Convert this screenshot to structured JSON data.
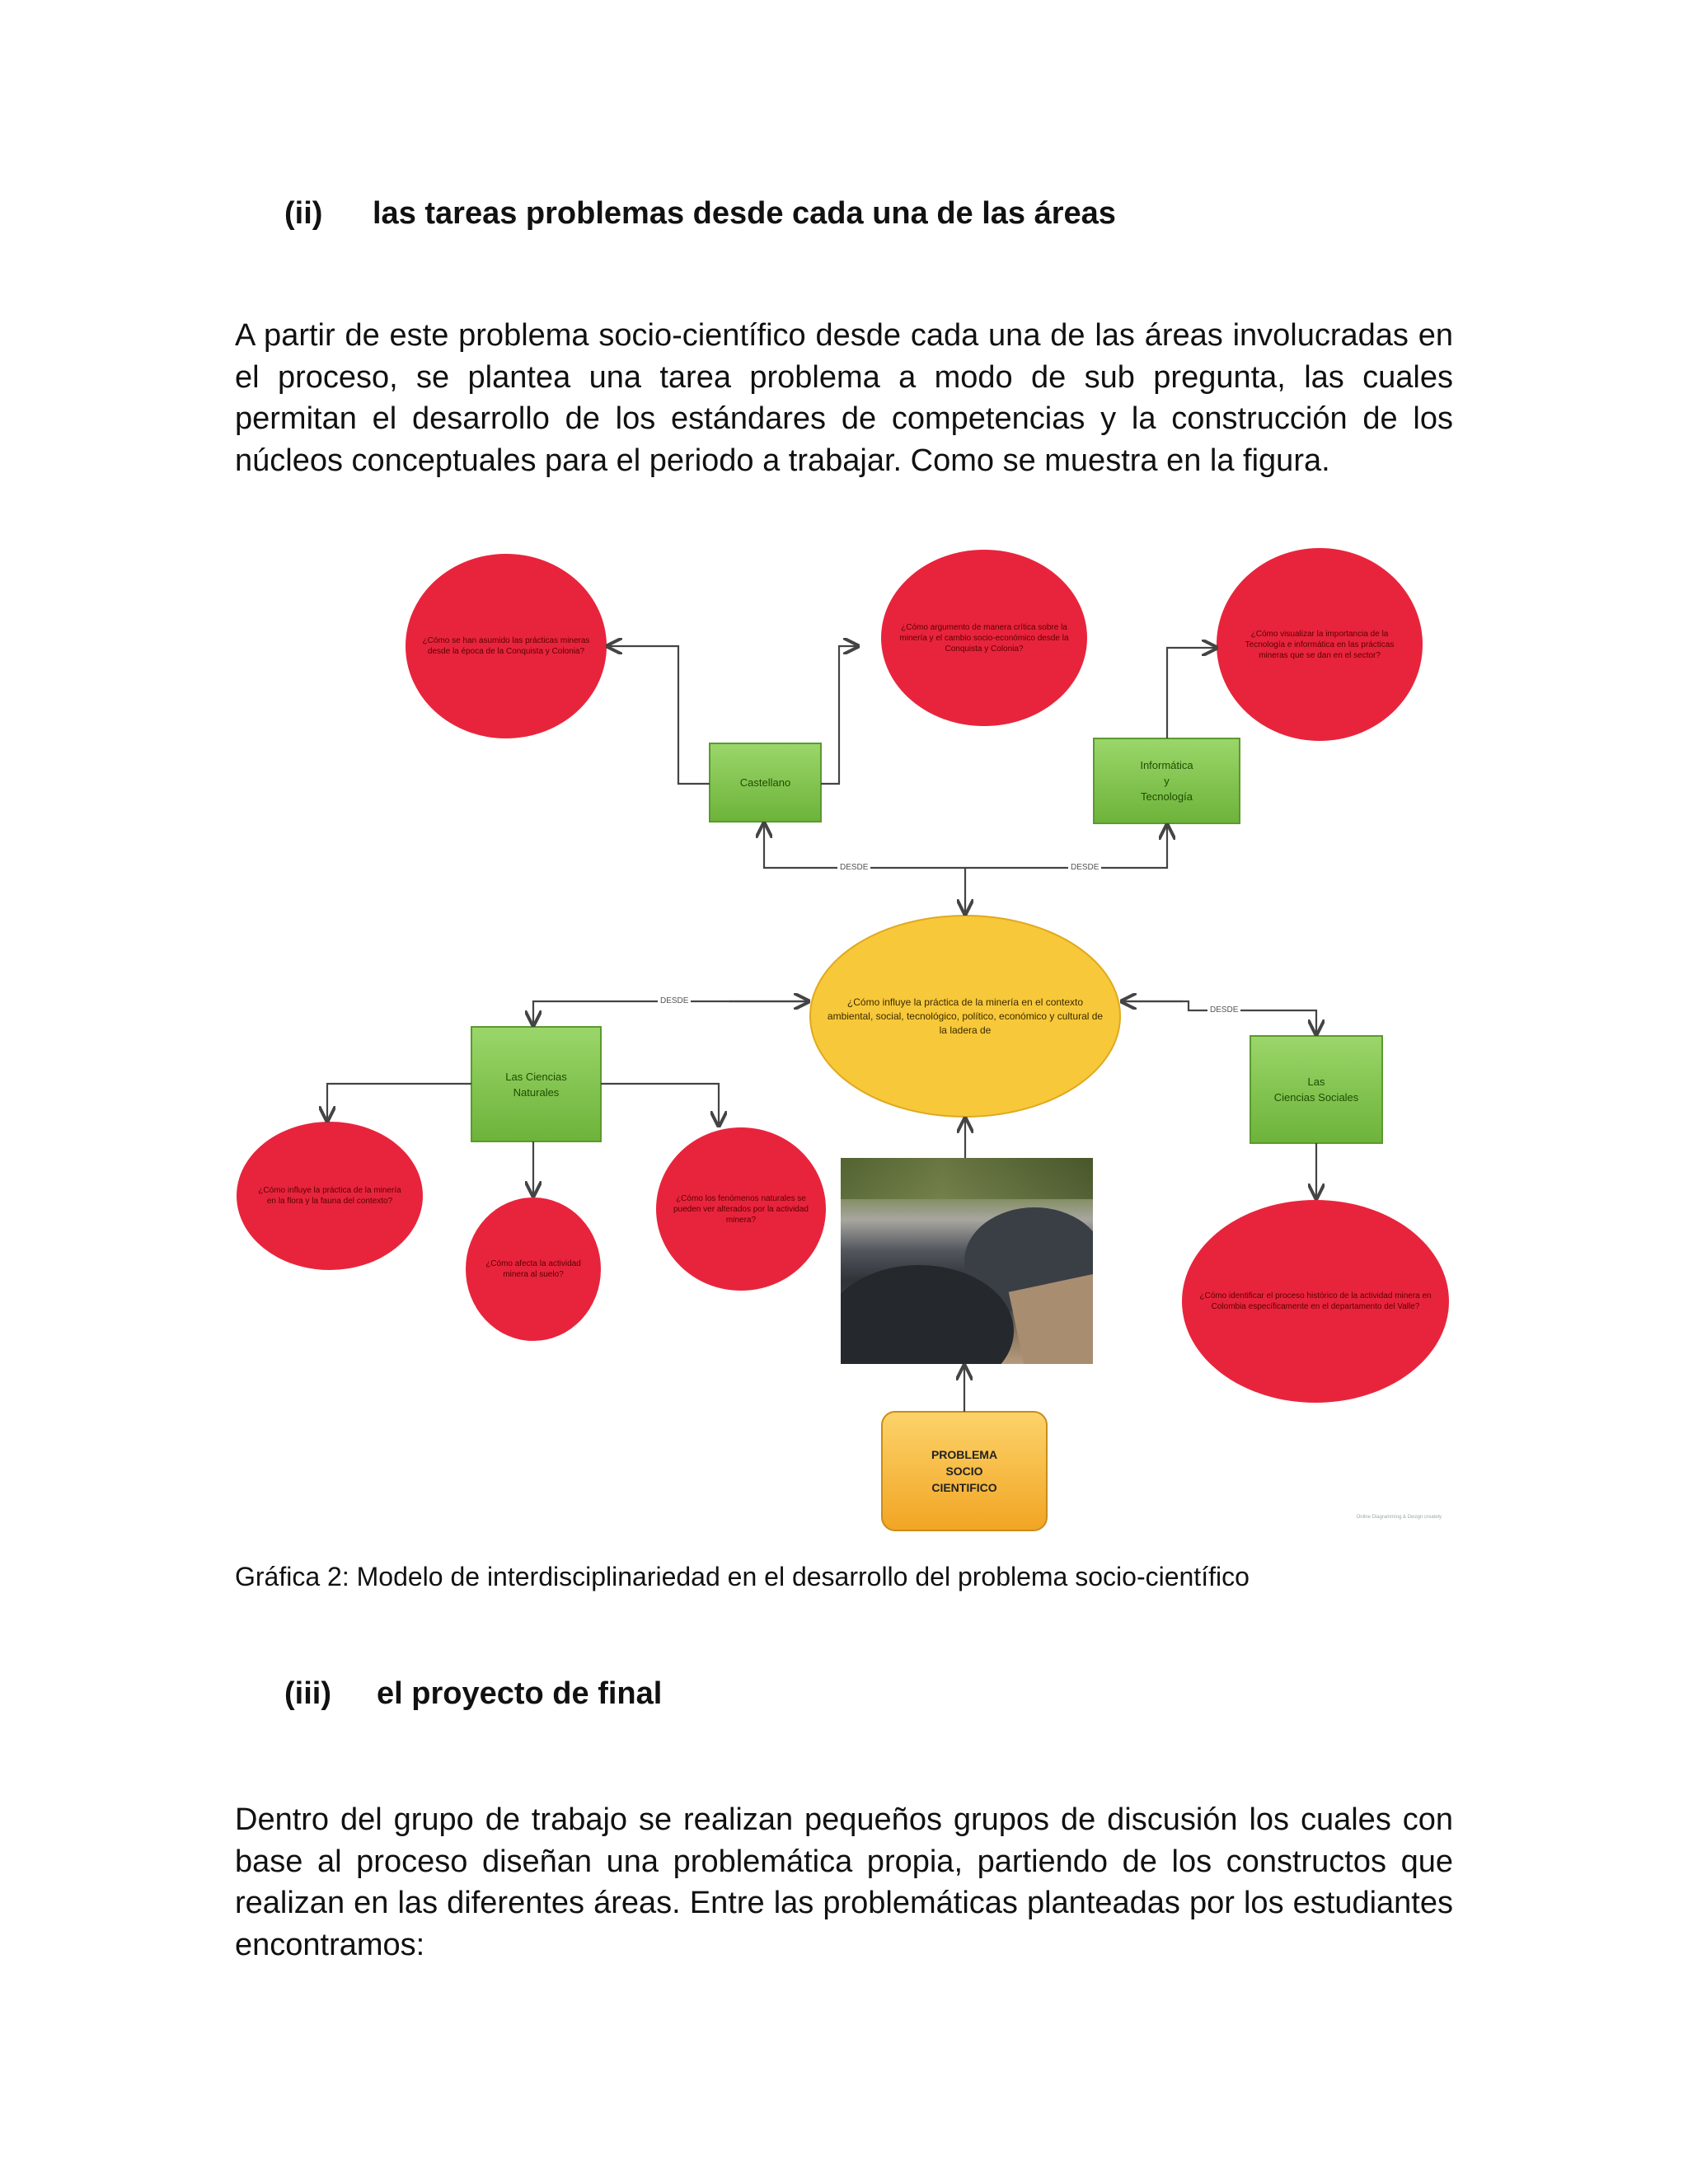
{
  "section_ii": {
    "number": "(ii)",
    "title": "las tareas problemas desde cada una de las áreas"
  },
  "paragraph_1": "A partir de este problema socio-científico desde cada una de las áreas involucradas en el proceso, se plantea una tarea problema a modo de sub pregunta, las cuales permitan el desarrollo de los estándares de competencias y la construcción de los núcleos conceptuales para el periodo a trabajar. Como se muestra en la figura.",
  "figure": {
    "center_question": "¿Cómo influye la práctica de la minería en el contexto ambiental, social, tecnológico, político, económico y cultural de la ladera de",
    "problem_box": "PROBLEMA\nSOCIO\nCIENTIFICO",
    "connector_label": "DESDE",
    "areas": {
      "castellano": "Castellano",
      "informatica": "Informática\ny\nTecnología",
      "naturales": "Las Ciencias\nNaturales",
      "sociales": "Las\nCiencias Sociales"
    },
    "questions": {
      "castellano_1": "¿Cómo se han asumido las prácticas mineras desde la época de la Conquista y Colonia?",
      "castellano_2": "¿Cómo argumento de manera crítica sobre la minería y el cambio socio-económico desde la Conquista y Colonia?",
      "informatica_1": "¿Cómo visualizar la importancia de la Tecnología e informática en las prácticas mineras que se dan en el sector?",
      "naturales_1": "¿Cómo influye la práctica de la minería en la flora y la fauna del contexto?",
      "naturales_2": "¿Cómo afecta la actividad minera al suelo?",
      "naturales_3": "¿Cómo los fenómenos naturales se pueden ver alterados por la actividad minera?",
      "sociales_1": "¿Cómo identificar el proceso histórico de la actividad minera en Colombia específicamente en el departamento del Valle?"
    },
    "watermark": "Online Diagramming & Design  creately",
    "colors": {
      "red_node": "#e8243c",
      "green_box": "#7cc243",
      "yellow_node": "#f7c83a",
      "orange_box": "#f5b53a",
      "arrow": "#444444"
    }
  },
  "caption": "Gráfica 2: Modelo de interdisciplinariedad en el desarrollo del problema socio-científico",
  "section_iii": {
    "number": "(iii)",
    "title": "el proyecto de final"
  },
  "paragraph_2": "Dentro del grupo de trabajo se realizan pequeños grupos de discusión los cuales con base al proceso diseñan una problemática propia, partiendo de los constructos que realizan en las diferentes áreas. Entre las problemáticas planteadas por los estudiantes encontramos:"
}
